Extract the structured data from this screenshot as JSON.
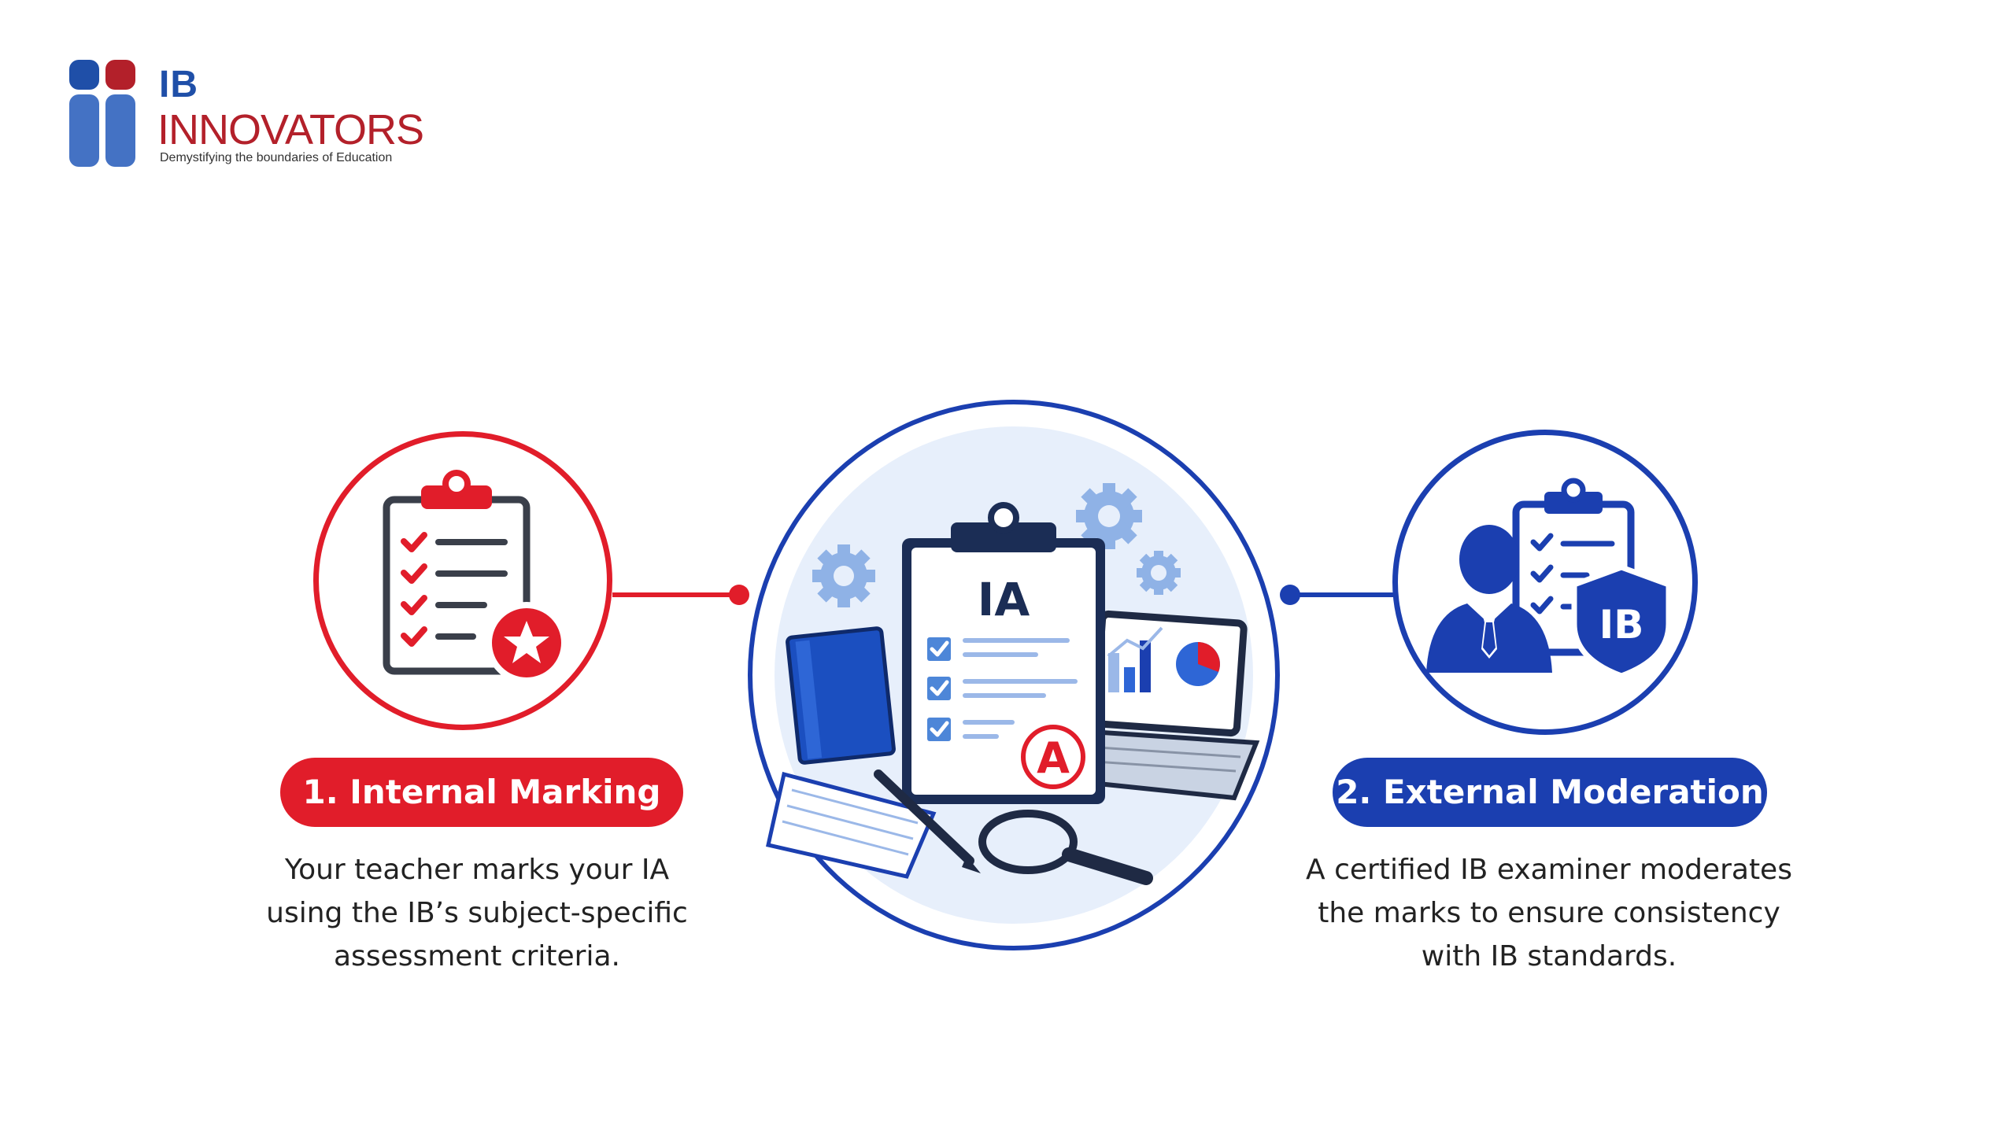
{
  "brand": {
    "top": "IB",
    "name": "INNOVATORS",
    "tagline": "Demystifying the boundaries of Education"
  },
  "center": {
    "clipboard_label": "IA",
    "grade_label": "A"
  },
  "right_icon": {
    "badge_label": "IB"
  },
  "steps": [
    {
      "label": "1. Internal Marking",
      "description": [
        "Your teacher marks your IA",
        "using the IB’s subject-specific",
        "assessment criteria."
      ]
    },
    {
      "label": "2. External Moderation",
      "description": [
        "A certified IB examiner moderates",
        "the marks to ensure consistency",
        "with IB standards."
      ]
    }
  ],
  "colors": {
    "red": "#e11d2a",
    "blue": "#1b3fb0",
    "brand_blue": "#1f4fa8",
    "brand_red": "#b3202a"
  }
}
